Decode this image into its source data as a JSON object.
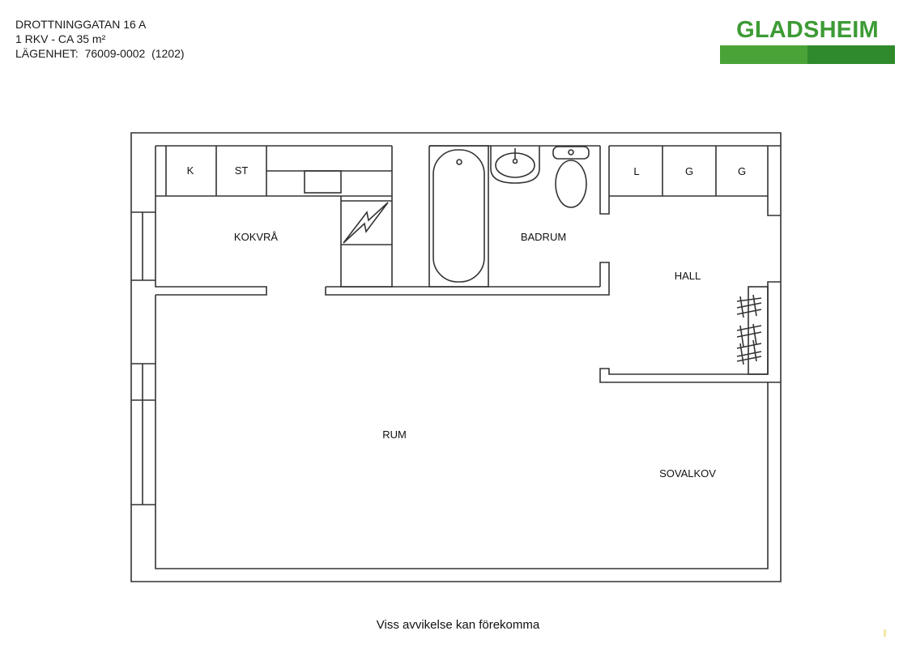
{
  "header": {
    "address": "DROTTNINGGATAN 16 A",
    "size": "1 RKV - CA 35 m²",
    "apartment": "LÄGENHET:  76009-0002  (1202)"
  },
  "brand": {
    "name": "GLADSHEIM",
    "color": "#3d9b35",
    "bar_colors": [
      "#4aa337",
      "#2f8a2b"
    ]
  },
  "plan": {
    "line_color": "#333333",
    "rooms": {
      "kokvra": "KOKVRÅ",
      "badrum": "BADRUM",
      "hall": "HALL",
      "rum": "RUM",
      "sovalkov": "SOVALKOV"
    },
    "fixtures": {
      "kitchen_cabinet_1": "K",
      "kitchen_cabinet_2": "ST",
      "hall_closet_1": "L",
      "hall_closet_2": "G",
      "hall_closet_3": "G"
    }
  },
  "footer": {
    "note": "Viss avvikelse kan förekomma"
  }
}
